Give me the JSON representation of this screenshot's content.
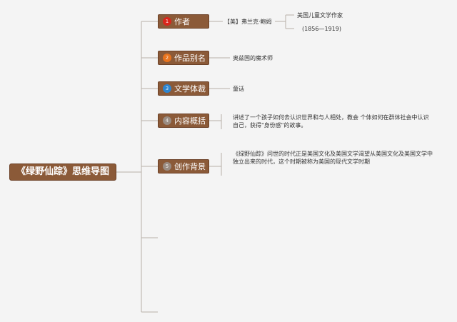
{
  "root": {
    "label": "《绿野仙踪》思维导图"
  },
  "branches": [
    {
      "label": "作者",
      "badge": "1",
      "badge_color": "#d9261c",
      "detail": "【美】弗兰克·鲍姆",
      "sub_details": [
        "美国儿童文学作家",
        "(1856—1919)"
      ]
    },
    {
      "label": "作品别名",
      "badge": "2",
      "badge_color": "#e8731d",
      "detail": "奥兹国的魔术师"
    },
    {
      "label": "文学体裁",
      "badge": "3",
      "badge_color": "#2f86d0",
      "detail": "童话"
    },
    {
      "label": "内容概括",
      "badge": "4",
      "badge_color": "#9a8c82",
      "detail": "讲述了一个孩子如何去认识世界和与人相处，教会 个体如何在群体社会中认识自己，获得\"身份感\"的故事。"
    },
    {
      "label": "创作背景",
      "badge": "5",
      "badge_color": "#9a8c82",
      "detail": "《绿野仙踪》问世的时代正是美国文化及美国文学渴望从美国文化及美国文学中独立出来的时代，这个时期被称为美国的现代文学时期"
    }
  ]
}
